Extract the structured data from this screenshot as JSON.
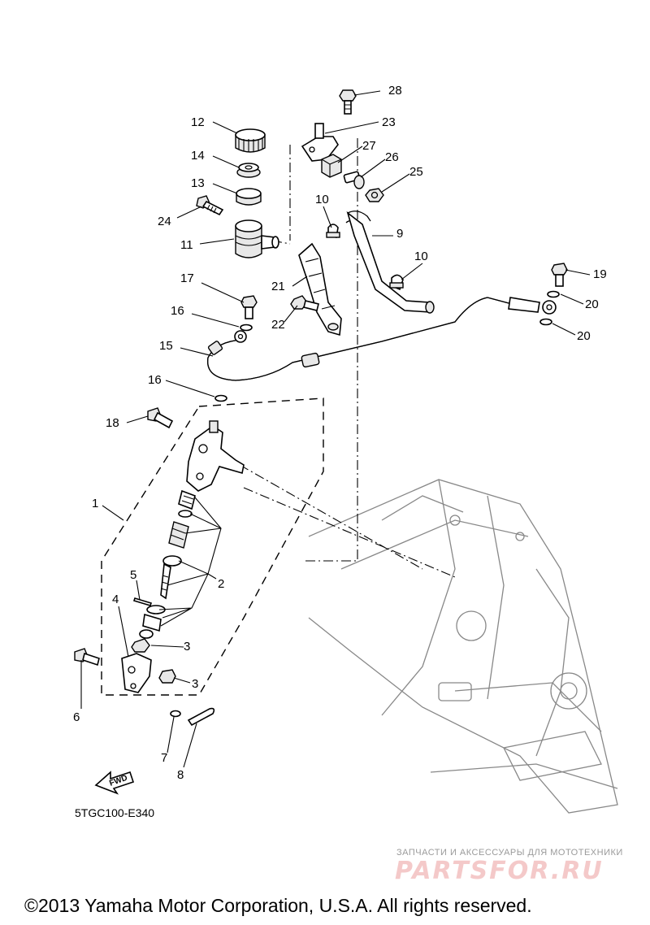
{
  "callouts": [
    {
      "label": "28"
    },
    {
      "label": "23"
    },
    {
      "label": "27"
    },
    {
      "label": "26"
    },
    {
      "label": "25"
    },
    {
      "label": "12"
    },
    {
      "label": "14"
    },
    {
      "label": "13"
    },
    {
      "label": "24"
    },
    {
      "label": "11"
    },
    {
      "label": "10"
    },
    {
      "label": "9"
    },
    {
      "label": "10"
    },
    {
      "label": "21"
    },
    {
      "label": "22"
    },
    {
      "label": "17"
    },
    {
      "label": "16"
    },
    {
      "label": "15"
    },
    {
      "label": "19"
    },
    {
      "label": "20"
    },
    {
      "label": "20"
    },
    {
      "label": "16"
    },
    {
      "label": "18"
    },
    {
      "label": "1"
    },
    {
      "label": "2"
    },
    {
      "label": "5"
    },
    {
      "label": "4"
    },
    {
      "label": "3"
    },
    {
      "label": "3"
    },
    {
      "label": "6"
    },
    {
      "label": "7"
    },
    {
      "label": "8"
    }
  ],
  "fwd_arrow": "FWD",
  "diagram_code": "5TGC100-E340",
  "watermark": {
    "tagline": "ЗАПЧАСТИ И АКСЕССУАРЫ ДЛЯ МОТОТЕХНИКИ",
    "logo": "PARTSFOR.RU"
  },
  "copyright": "©2013 Yamaha Motor Corporation, U.S.A. All rights reserved."
}
